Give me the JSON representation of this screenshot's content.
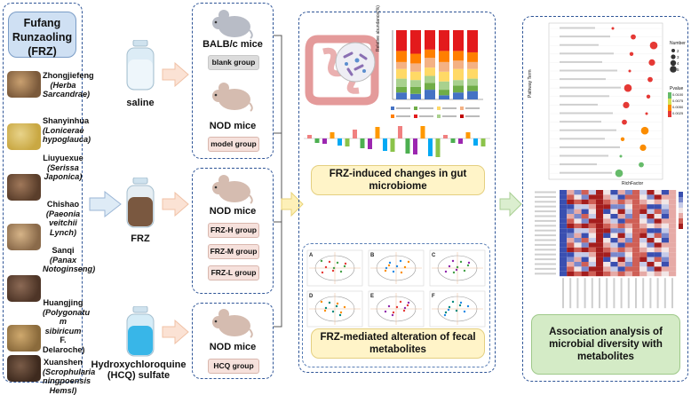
{
  "title": "Fufang\nRunzaoling\n(FRZ)",
  "herbs": [
    {
      "pre": "Zhongjiefeng",
      "latin": "Herba Sarcandrae",
      "post": ""
    },
    {
      "pre": "Shanyinhua",
      "latin": "Lonicerae hypoglauca",
      "post": ""
    },
    {
      "pre": "Liuyuexue",
      "latin": "Serissa Japonica",
      "post": ""
    },
    {
      "pre": "Chishao",
      "latin": "Paeonia veitchii Lynch",
      "post": ""
    },
    {
      "pre": "Sanqi",
      "latin": "Panax Notoginseng",
      "post": ""
    },
    {
      "pre": "Huangjing",
      "latin": "Polygonatu m sibiricum",
      "post": "F. Delaroche"
    },
    {
      "pre": "Xuanshen",
      "latin": "Scrophularia ningpoensis Hemsl",
      "post": ""
    }
  ],
  "treatments": {
    "saline": "saline",
    "frz": "FRZ",
    "hcq": "Hydroxychloroquine (HCQ) sulfate"
  },
  "mice": {
    "balb": "BALB/c mice",
    "blank": "blank group",
    "nod1": "NOD mice",
    "model": "model group",
    "nod2": "NOD mice",
    "frzh": "FRZ-H group",
    "frzm": "FRZ-M group",
    "frzl": "FRZ-L group",
    "nod3": "NOD mice",
    "hcqg": "HCQ group"
  },
  "results": {
    "microbiome": "FRZ-induced changes in gut microbiome",
    "metabolites": "FRZ-mediated alteration of fecal metabolites",
    "association": "Association analysis of microbial diversity with metabolites"
  },
  "mini": {
    "ylabel": "Relative abundance(%)",
    "pathway": "Pathway Term",
    "rich": "RichFactor",
    "number": "Number",
    "pvalue": "Pvalue",
    "n2": "2",
    "n3": "3",
    "n4": "4",
    "n5": "5",
    "p1": "0.0100",
    "p2": "0.0075",
    "p3": "0.0050",
    "p4": "0.0025",
    "pca": [
      "A",
      "B",
      "C",
      "D",
      "E",
      "F"
    ]
  }
}
